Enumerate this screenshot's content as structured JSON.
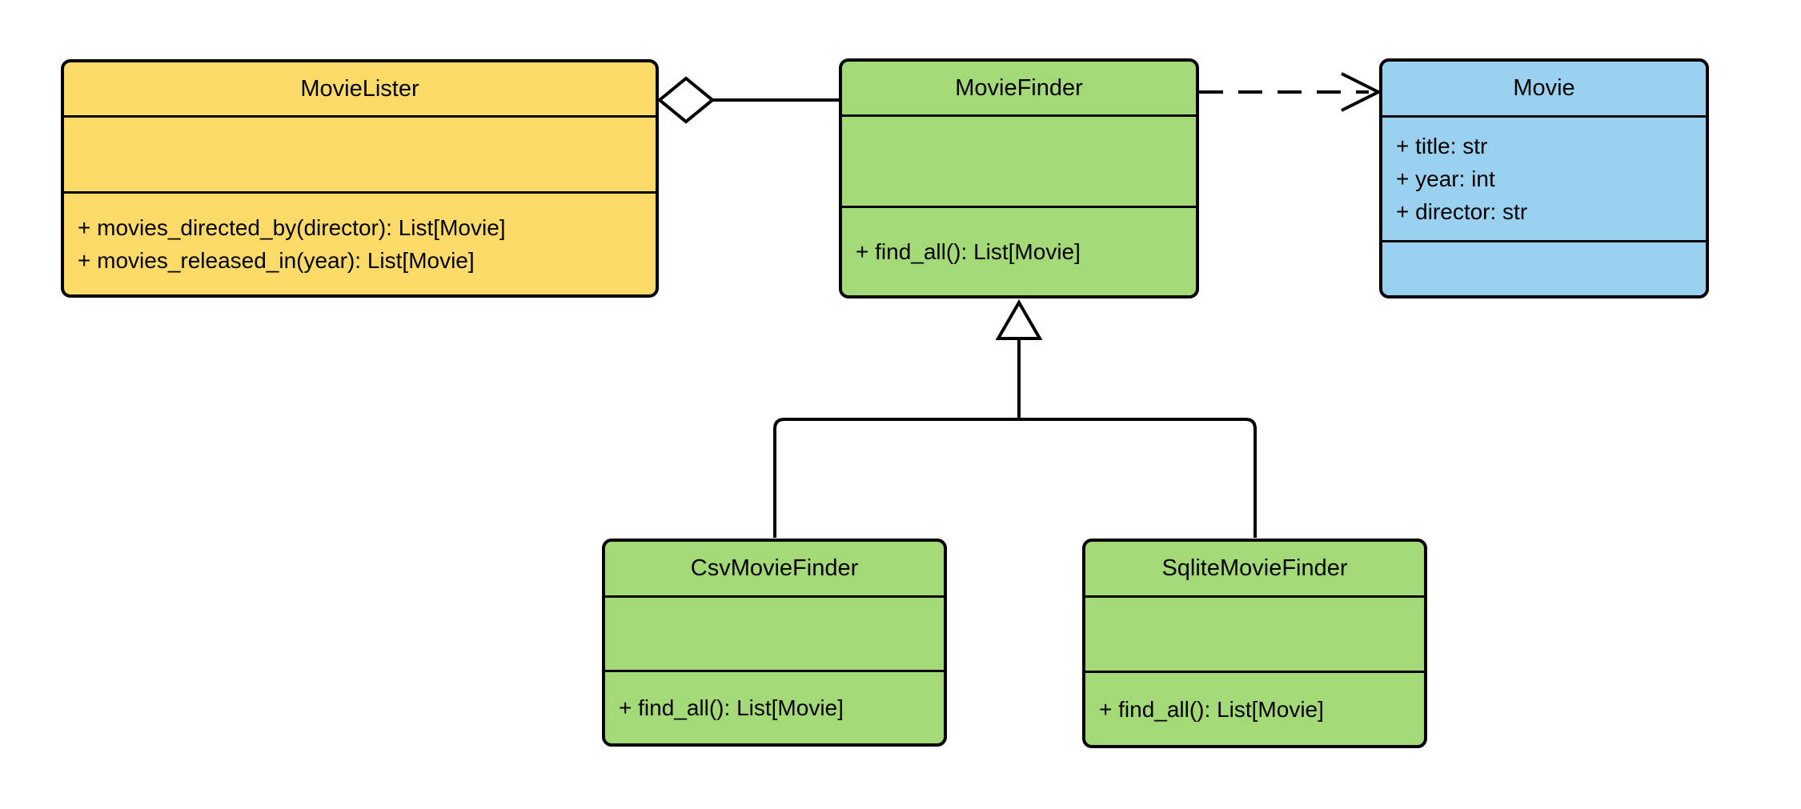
{
  "diagram": {
    "kind": "uml-class-diagram",
    "colors": {
      "yellow": "#FCDA67",
      "green": "#A3D977",
      "blue": "#9BD1F0",
      "line": "#000000",
      "background": "#FFFFFF",
      "text": "#000000"
    },
    "classes": [
      {
        "name": "MovieLister",
        "attributes": [],
        "methods": [
          "+ movies_directed_by(director): List[Movie]",
          "+ movies_released_in(year): List[Movie]"
        ]
      },
      {
        "name": "MovieFinder",
        "attributes": [],
        "methods": [
          "+ find_all(): List[Movie]"
        ]
      },
      {
        "name": "Movie",
        "attributes": [
          "+ title: str",
          "+ year: int",
          "+ director: str"
        ],
        "methods": []
      },
      {
        "name": "CsvMovieFinder",
        "attributes": [],
        "methods": [
          "+ find_all(): List[Movie]"
        ]
      },
      {
        "name": "SqliteMovieFinder",
        "attributes": [],
        "methods": [
          "+ find_all(): List[Movie]"
        ]
      }
    ],
    "relationships": [
      {
        "type": "aggregation",
        "from": "MovieLister",
        "to": "MovieFinder"
      },
      {
        "type": "dependency",
        "from": "MovieFinder",
        "to": "Movie"
      },
      {
        "type": "generalization",
        "from": "CsvMovieFinder",
        "to": "MovieFinder"
      },
      {
        "type": "generalization",
        "from": "SqliteMovieFinder",
        "to": "MovieFinder"
      }
    ]
  }
}
